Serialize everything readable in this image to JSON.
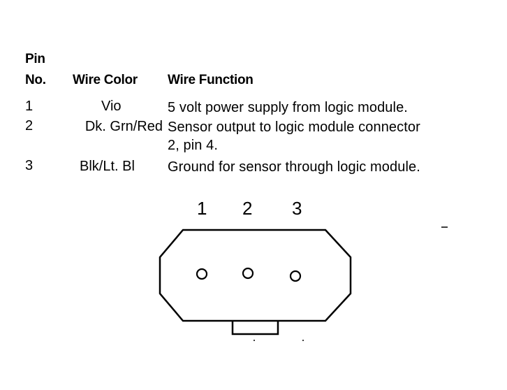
{
  "table": {
    "headers": {
      "pin_line1": "Pin",
      "pin_line2": "No.",
      "wire_color": "Wire Color",
      "wire_function": "Wire Function"
    },
    "rows": [
      {
        "pin": "1",
        "color": "Vio",
        "function_lines": [
          "5 volt power supply from logic module."
        ]
      },
      {
        "pin": "2",
        "color": "Dk. Grn/Red",
        "function_lines": [
          "Sensor output to logic module connector",
          "2, pin 4."
        ]
      },
      {
        "pin": "3",
        "color": "Blk/Lt. Bl",
        "function_lines": [
          "Ground for sensor through logic module."
        ]
      }
    ]
  },
  "connector": {
    "pin_labels": [
      "1",
      "2",
      "3"
    ],
    "line_color": "#000000",
    "background": "#ffffff"
  }
}
